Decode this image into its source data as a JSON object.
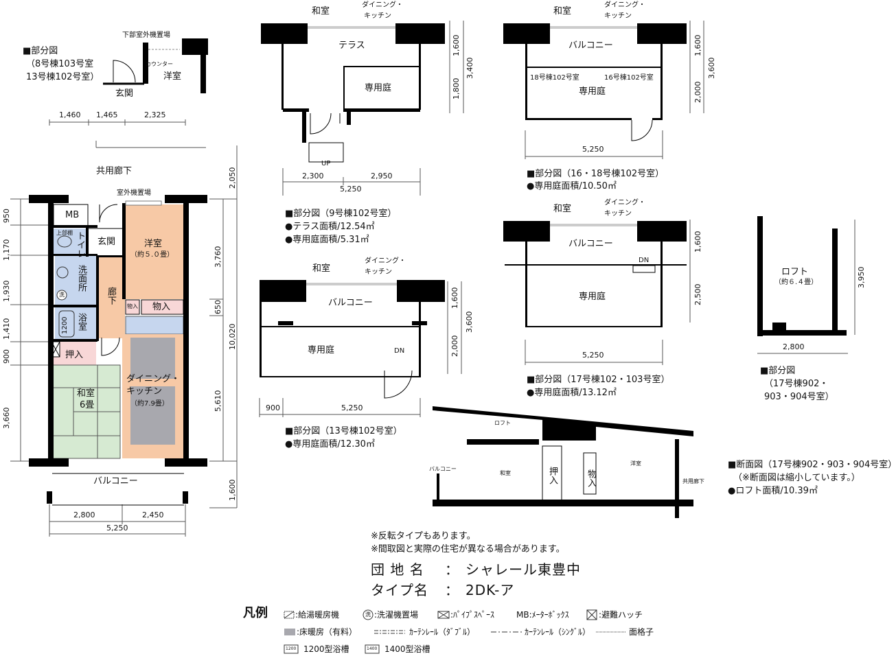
{
  "colors": {
    "western_room": "#f7c9a6",
    "wet_area": "#c6d6ee",
    "closet": "#f8d7d7",
    "japanese_room": "#d6ead2",
    "floor_heating": "#a8a8ae",
    "wall": "#000000"
  },
  "main_plan": {
    "corridor_label": "共用廊下",
    "outdoor_unit_label": "室外機置場",
    "mb": "MB",
    "upper_shelf": "上部棚",
    "toilet": "トイレ",
    "entrance": "玄関",
    "western_room": "洋室",
    "western_room_size": "（約５.０畳）",
    "washroom": "洗面所",
    "hallway": "廊下",
    "closet_small": "物入",
    "closet": "物入",
    "bathroom": "浴室",
    "bathtub": "1200",
    "oshiire": "押入",
    "japanese_room": "和室",
    "japanese_room_size": "6畳",
    "dk_line1": "ダイニング・",
    "dk_line2": "キッチン",
    "dk_size": "（約7.9畳）",
    "balcony": "バルコニー",
    "dims_top": [
      "1,460",
      "1,465",
      "2,325"
    ],
    "dim_corridor": "2,050",
    "dims_left": [
      "950",
      "1,170",
      "1,930",
      "1,410",
      "900",
      "3,660"
    ],
    "dims_right": [
      "3,760",
      "650",
      "5,610"
    ],
    "dim_total_depth": "10,020",
    "dim_balcony": "1,600",
    "dims_bottom": [
      "2,800",
      "2,450"
    ],
    "dim_total_width": "5,250"
  },
  "partial_8_13": {
    "title": "■部分図",
    "line1": "（8号棟103号室",
    "line2": "13号棟102号室）",
    "outdoor_unit": "下部室外機置場",
    "counter": "カウンター",
    "western_room": "洋室",
    "entrance": "玄関"
  },
  "partial_9": {
    "washitsu": "和室",
    "dk1": "ダイニング・",
    "dk2": "キッチン",
    "terrace": "テラス",
    "garden": "専用庭",
    "up": "UP",
    "dims_right": [
      "1,600",
      "3,400",
      "1,800"
    ],
    "dims_bottom": [
      "2,300",
      "2,950"
    ],
    "dim_total": "5,250",
    "title": "■部分図（9号棟102号室）",
    "area1": "●テラス面積/12.54㎡",
    "area2": "●専用庭面積/5.31㎡"
  },
  "partial_16_18": {
    "washitsu": "和室",
    "dk1": "ダイニング・",
    "dk2": "キッチン",
    "balcony": "バルコニー",
    "unit18": "18号棟102号室",
    "unit16": "16号棟102号室",
    "garden": "専用庭",
    "dims_right": [
      "1,600",
      "3,600",
      "2,000"
    ],
    "dim_total": "5,250",
    "title": "■部分図（16・18号棟102号室）",
    "area": "●専用庭面積/10.50㎡"
  },
  "partial_17": {
    "washitsu": "和室",
    "dk1": "ダイニング・",
    "dk2": "キッチン",
    "balcony": "バルコニー",
    "dn": "DN",
    "garden": "専用庭",
    "dims_right": [
      "1,600",
      "2,500"
    ],
    "dim_total": "5,250",
    "title": "■部分図（17号棟102・103号室）",
    "area": "●専用庭面積/13.12㎡"
  },
  "partial_13": {
    "washitsu": "和室",
    "dk1": "ダイニング・",
    "dk2": "キッチン",
    "balcony": "バルコニー",
    "garden": "専用庭",
    "dn": "DN",
    "dims_right": [
      "1,600",
      "3,600",
      "2,000"
    ],
    "dims_bottom": [
      "900",
      "5,250"
    ],
    "title": "■部分図（13号棟102号室）",
    "area": "●専用庭面積/12.30㎡"
  },
  "loft": {
    "label": "ロフト",
    "size": "（約６.４畳）",
    "dim_height": "3,950",
    "dim_width": "2,800",
    "title": "■部分図",
    "line1": "（17号棟902・",
    "line2": "903・904号室）"
  },
  "section": {
    "loft": "ロフト",
    "washitsu": "和室",
    "balcony": "バルコニー",
    "oshiire": "押入",
    "closet": "物入",
    "western_room": "洋室",
    "corridor": "共用廊下",
    "title": "■断面図（17号棟902・903・904号室）",
    "note": "（※断面図は縮小しています。）",
    "area": "●ロフト面積/10.39㎡"
  },
  "notes": [
    "※反転タイプもあります。",
    "※間取図と実際の住宅が異なる場合があります。"
  ],
  "complex": {
    "label": "団 地 名",
    "sep": "：",
    "value": "シャレール東豊中"
  },
  "type": {
    "label": "タイプ名",
    "sep": "：",
    "value": "2DK-ア"
  },
  "legend": {
    "title": "凡例",
    "items": [
      ":給湯暖房機",
      ":洗濯機置場",
      ":ﾊﾟｲﾌﾟｽﾍﾟｰｽ",
      "MB:ﾒｰﾀｰﾎﾞｯｸｽ",
      ":避難ハッチ",
      ":床暖房（有料）",
      "ｶｰﾃﾝﾚｰﾙ（ﾀﾞﾌﾞﾙ）",
      "ｶｰﾃﾝﾚｰﾙ（ｼﾝｸﾞﾙ）",
      "面格子",
      "1200型浴槽",
      "1400型浴槽"
    ],
    "wash_symbol": "洗",
    "tub1200": "1200",
    "tub1400": "1400"
  }
}
